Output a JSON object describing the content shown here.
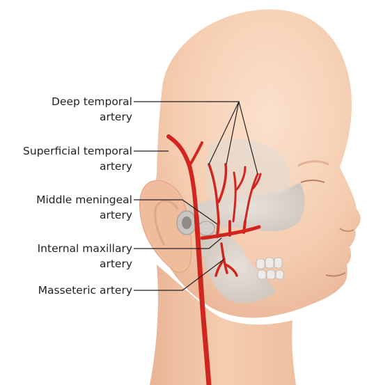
{
  "labels": {
    "deep_temporal": [
      "Deep temporal",
      "artery"
    ],
    "superficial_temporal": [
      "Superficial temporal",
      "artery"
    ],
    "middle_meningeal": [
      "Middle meningeal",
      "artery"
    ],
    "internal_maxillary": [
      "Internal maxillary",
      "artery"
    ],
    "masseteric": "Masseteric artery"
  },
  "colors": {
    "skin": "#f5cdb0",
    "skin_shadow": "#e9b596",
    "bone": "#d9d7d3",
    "artery": "#d0261f",
    "leader": "#231f20"
  }
}
